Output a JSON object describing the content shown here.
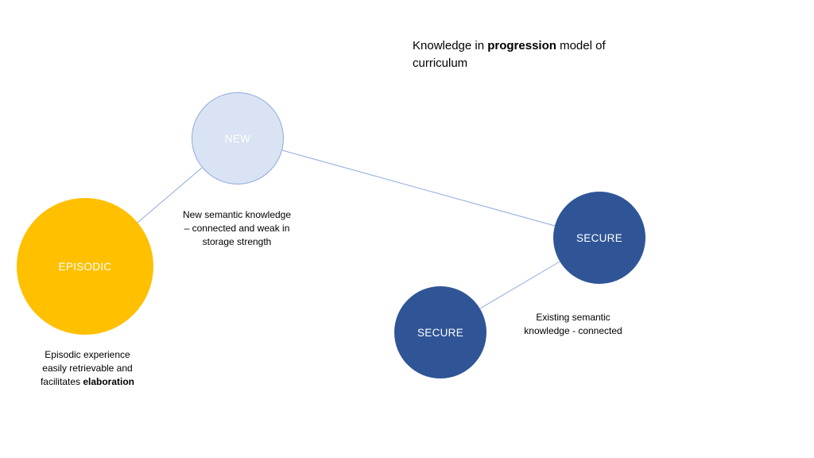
{
  "title": {
    "part1": "Knowledge in ",
    "part2_bold": "progression",
    "part3": " model of curriculum"
  },
  "nodes": {
    "new": {
      "label": "NEW",
      "fill": "#dae3f3",
      "border": "#8faadc",
      "text_color": "#ffffff"
    },
    "episodic": {
      "label": "EPISODIC",
      "fill": "#ffc000",
      "text_color": "#ffffff"
    },
    "secure_right": {
      "label": "SECURE",
      "fill": "#2f5597",
      "text_color": "#ffffff"
    },
    "secure_lower": {
      "label": "SECURE",
      "fill": "#2f5597",
      "text_color": "#ffffff"
    }
  },
  "captions": {
    "new_node": {
      "lines": [
        "New semantic knowledge",
        "– connected and weak in",
        "storage strength"
      ]
    },
    "episodic_node": {
      "lines": [
        "Episodic experience",
        "easily retrievable and"
      ],
      "line3_pre": "facilitates ",
      "line3_bold": "elaboration"
    },
    "secure_nodes": {
      "lines": [
        "Existing semantic",
        "knowledge - connected"
      ]
    }
  },
  "connectors": {
    "color": "#8faadc"
  }
}
